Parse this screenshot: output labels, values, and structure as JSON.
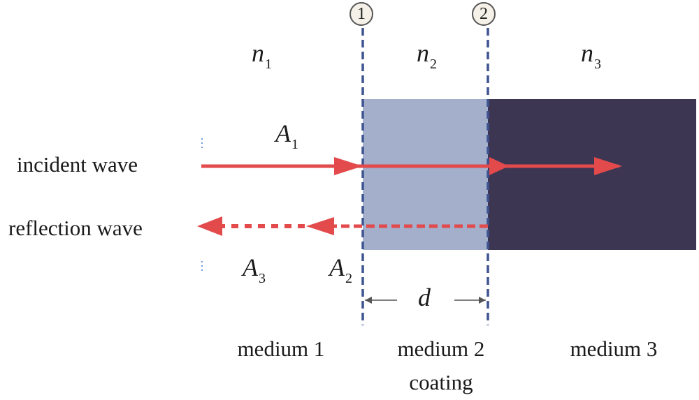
{
  "interfaces": [
    {
      "marker": "1"
    },
    {
      "marker": "2"
    }
  ],
  "media": [
    {
      "index_symbol": "n",
      "index_sub": "1",
      "name": "medium 1",
      "fill": "#ffffff"
    },
    {
      "index_symbol": "n",
      "index_sub": "2",
      "name": "medium 2",
      "sublabel": "coating",
      "fill": "#a3afcb"
    },
    {
      "index_symbol": "n",
      "index_sub": "3",
      "name": "medium 3",
      "fill": "#3c3653"
    }
  ],
  "waves": {
    "incident_label": "incident wave",
    "reflection_label": "reflection wave",
    "arrow_color": "#e24a4c"
  },
  "amplitudes": [
    {
      "symbol": "A",
      "sub": "1"
    },
    {
      "symbol": "A",
      "sub": "2"
    },
    {
      "symbol": "A",
      "sub": "3"
    }
  ],
  "thickness_symbol": "d",
  "colors": {
    "interface_line": "#3e5491",
    "coating": "#a3afcb",
    "substrate": "#3c3653",
    "arrow": "#e24a4c"
  }
}
